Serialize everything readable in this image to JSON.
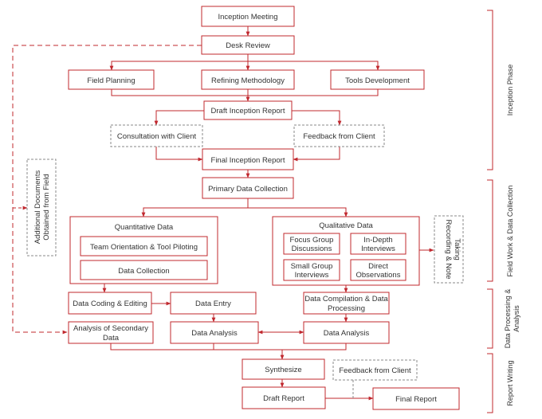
{
  "boxes": {
    "inception_meeting": [
      "Inception Meeting"
    ],
    "desk_review": [
      "Desk Review"
    ],
    "field_planning": [
      "Field Planning"
    ],
    "refining_methodology": [
      "Refining Methodology"
    ],
    "tools_development": [
      "Tools Development"
    ],
    "draft_inception_report": [
      "Draft Inception Report"
    ],
    "consultation_with_client": [
      "Consultation with Client"
    ],
    "feedback_from_client": [
      "Feedback from Client"
    ],
    "final_inception_report": [
      "Final Inception Report"
    ],
    "primary_data_collection": [
      "Primary Data Collection"
    ],
    "quantitative_data": [
      "Quantitative Data"
    ],
    "team_orientation": [
      "Team Orientation & Tool Piloting"
    ],
    "data_collection": [
      "Data Collection"
    ],
    "qualitative_data": [
      "Qualitative Data"
    ],
    "focus_group": [
      "Focus Group",
      "Discussions"
    ],
    "in_depth": [
      "In-Depth",
      "Interviews"
    ],
    "small_group": [
      "Small Group",
      "Interviews"
    ],
    "direct_obs": [
      "Direct",
      "Observations"
    ],
    "recording": [
      "Recording & Note",
      "Taking"
    ],
    "additional_docs": [
      "Additional Documents",
      "Obtained from Field"
    ],
    "coding_editing": [
      "Data Coding & Editing"
    ],
    "data_entry": [
      "Data Entry"
    ],
    "compilation": [
      "Data Compilation & Data",
      "Processing"
    ],
    "analysis_secondary": [
      "Analysis of Secondary",
      "Data"
    ],
    "analysis_left": [
      "Data Analysis"
    ],
    "analysis_right": [
      "Data Analysis"
    ],
    "synthesize": [
      "Synthesize"
    ],
    "feedback_client_2": [
      "Feedback from Client"
    ],
    "draft_report": [
      "Draft Report"
    ],
    "final_report": [
      "Final Report"
    ]
  },
  "phases": {
    "inception": [
      "Inception Phase"
    ],
    "fieldwork": [
      "Field Work & Data Collection"
    ],
    "processing": [
      "Data Processing &",
      "Analysis"
    ],
    "report": [
      "Report Writing"
    ]
  },
  "colors": {
    "accent": "#c0282e",
    "text": "#333333",
    "dashed": "#888888"
  }
}
